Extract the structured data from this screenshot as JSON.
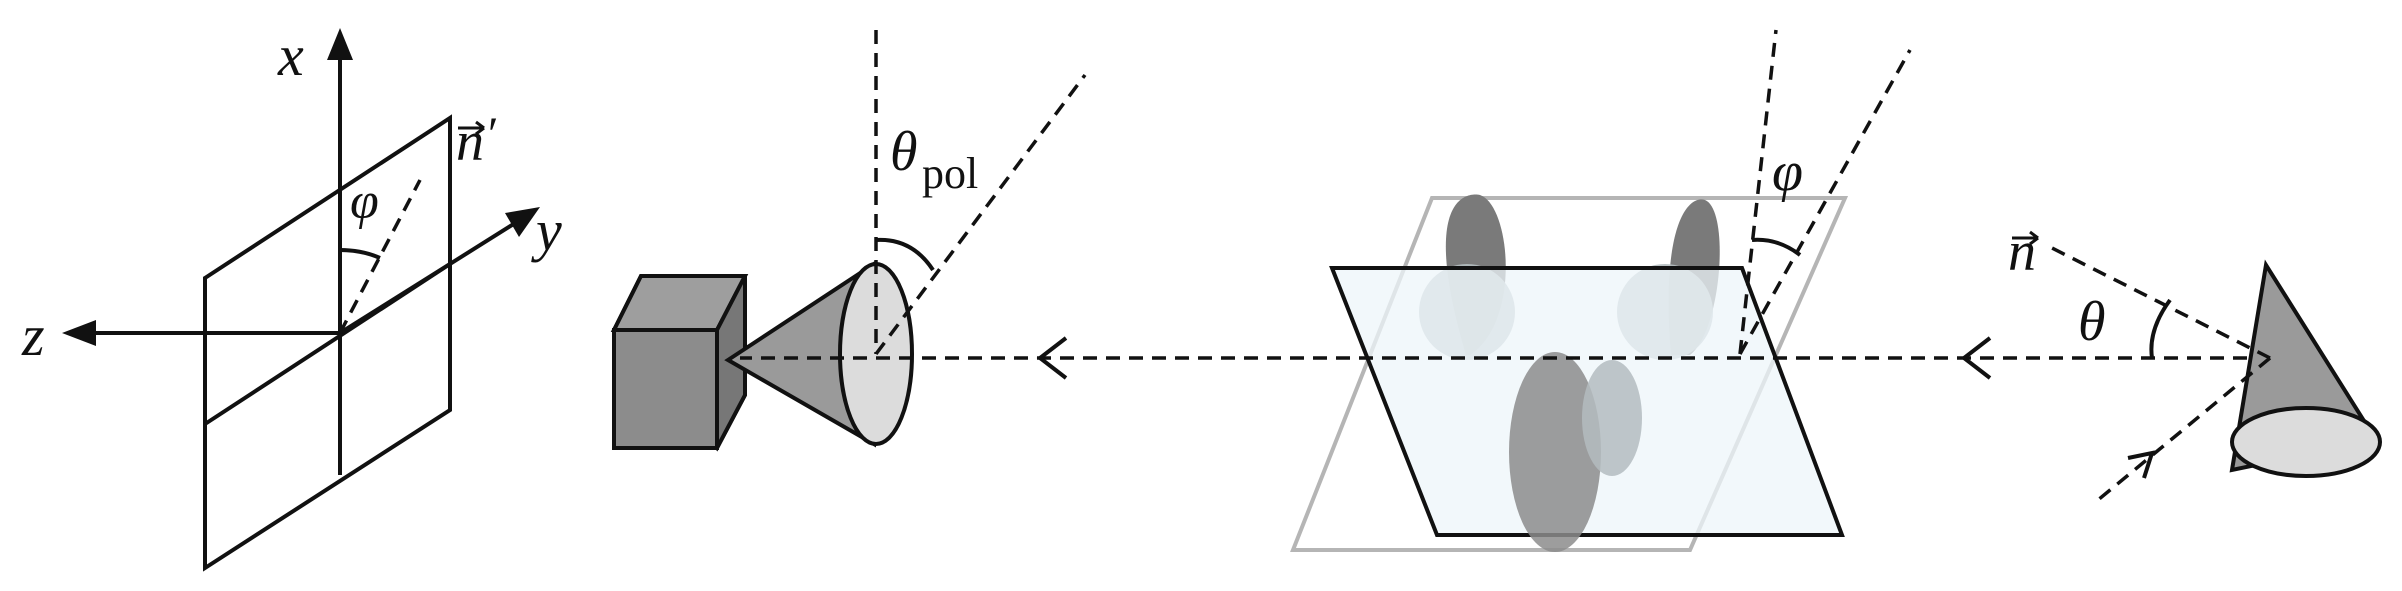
{
  "axes": {
    "x_label": "x",
    "y_label": "y",
    "z_label": "z",
    "normal_label": "n",
    "normal_prime": "′",
    "phi_label": "φ"
  },
  "detector": {
    "theta_label": "θ",
    "theta_sub": "pol"
  },
  "sample": {
    "phi_label": "φ"
  },
  "source": {
    "normal_label": "n",
    "theta_label": "θ"
  },
  "colors": {
    "line": "#111111",
    "cube_fill": "#8c8c8c",
    "cone_fill": "#9a9a9a",
    "lens_fill": "#dcdcdc",
    "plane_fill": "#eef6f9",
    "plane_back_stroke": "#b5b5b5",
    "lobe_dark": "#7a7a7a",
    "lobe_light": "#b4bcbf"
  },
  "icons": [
    "coordinate-axes",
    "camera-cube",
    "detector-cone",
    "tilted-sample-plane",
    "scattering-lobes",
    "light-source-cone"
  ]
}
